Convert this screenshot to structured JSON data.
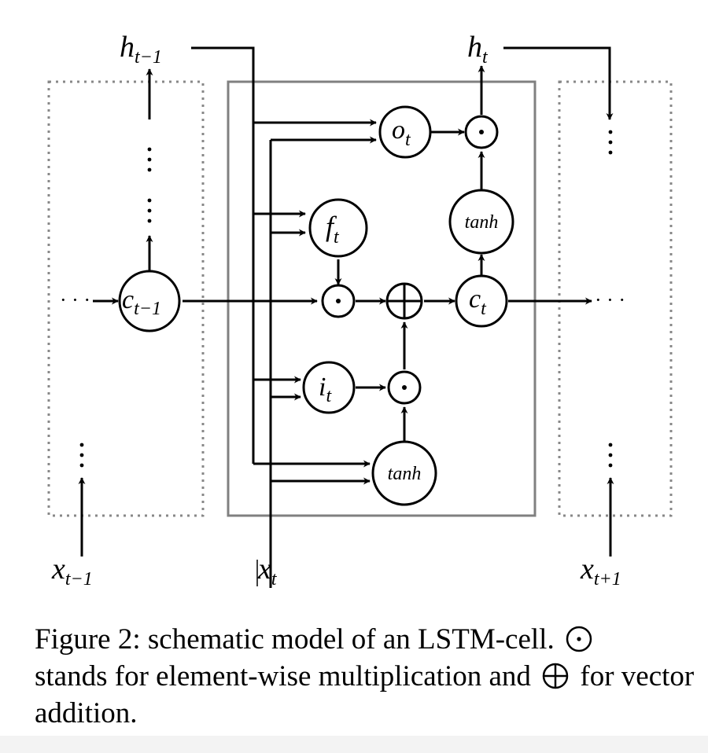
{
  "labels": {
    "h_prev": "h",
    "h_prev_sub": "t−1",
    "h_t": "h",
    "h_t_sub": "t",
    "x_prev": "x",
    "x_prev_sub": "t−1",
    "x_t": "x",
    "x_t_sub": "t",
    "x_next": "x",
    "x_next_sub": "t+1",
    "c_prev": "c",
    "c_prev_sub": "t−1",
    "c_t": "c",
    "c_t_sub": "t",
    "o_t": "o",
    "o_t_sub": "t",
    "f_t": "f",
    "f_t_sub": "t",
    "i_t": "i",
    "i_t_sub": "t",
    "tanh_top": "tanh",
    "tanh_bottom": "tanh",
    "dots_left": "· · ·",
    "dots_right": "· · ·"
  },
  "caption": {
    "part1": "Figure 2:  schematic model of an LSTM-cell.",
    "part2": "stands for element-wise multiplication and",
    "part3": "for vector addition."
  },
  "colors": {
    "box_border": "#808080",
    "dotted_border": "#888888",
    "ink": "#000000"
  }
}
